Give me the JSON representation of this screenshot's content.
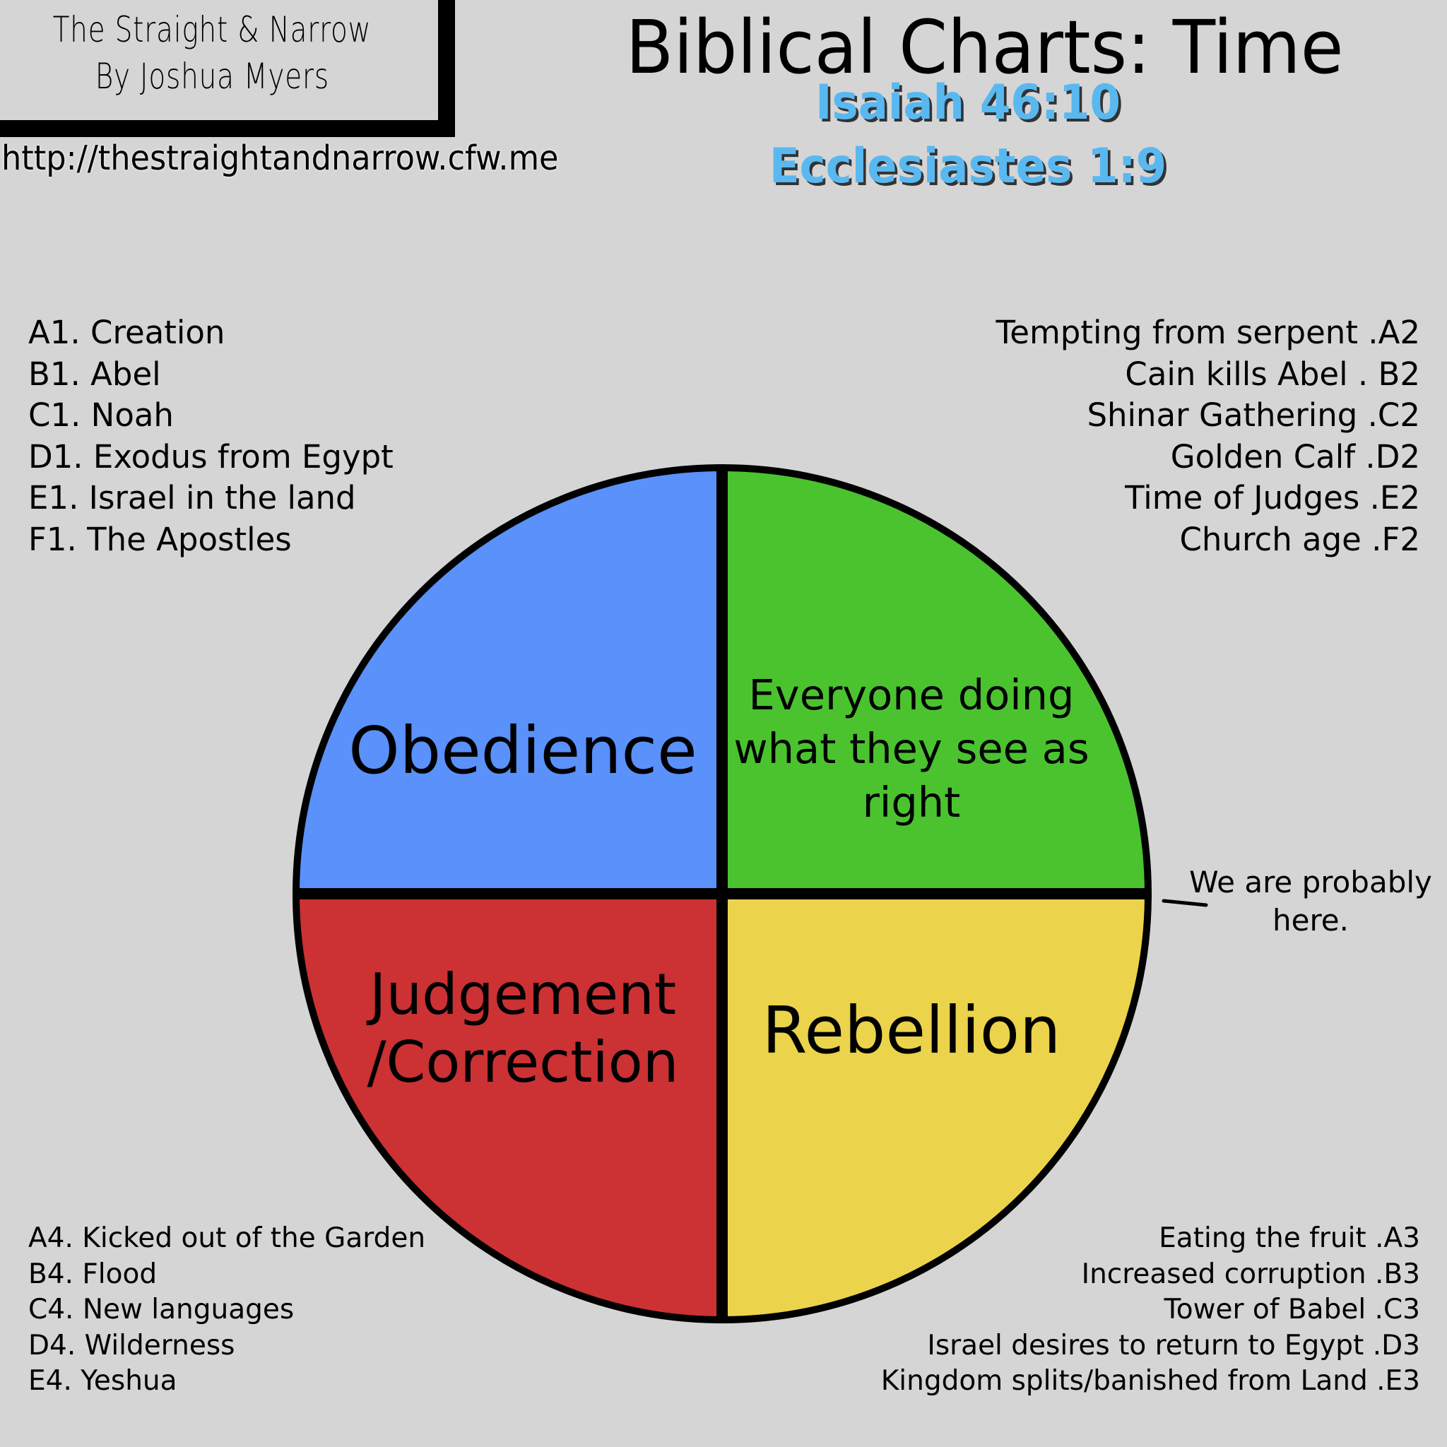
{
  "header": {
    "logo_line1": "The Straight & Narrow",
    "logo_line2": "By Joshua Myers",
    "url": "http://thestraightandnarrow.cfw.me",
    "title": "Biblical Charts: Time",
    "verses": [
      "Isaiah 46:10",
      "Ecclesiastes 1:9"
    ]
  },
  "colors": {
    "background": "#d5d5d5",
    "obedience": "#5a91fb",
    "everyone": "#4ac32f",
    "judgement": "#cc3133",
    "rebellion": "#ebd34b",
    "verse_text": "#5ab8f0",
    "outline": "#000000"
  },
  "wheel": {
    "segments": [
      {
        "position": "top-left",
        "label": "Obedience"
      },
      {
        "position": "top-right",
        "label_lines": [
          "Everyone doing",
          "what they see as",
          "right"
        ]
      },
      {
        "position": "bottom-left",
        "label_lines": [
          "Judgement",
          "/Correction"
        ]
      },
      {
        "position": "bottom-right",
        "label": "Rebellion"
      }
    ],
    "annotation_lines": [
      "We are probably",
      "here."
    ]
  },
  "lists": {
    "obedience_events": [
      "A1. Creation",
      "B1. Abel",
      "C1. Noah",
      "D1. Exodus from Egypt",
      "E1. Israel in the land",
      "F1. The Apostles"
    ],
    "everyone_events": [
      "Tempting from serpent .A2",
      "Cain kills Abel . B2",
      "Shinar Gathering .C2",
      "Golden Calf .D2",
      "Time of Judges .E2",
      "Church age .F2"
    ],
    "rebellion_events": [
      "Eating the fruit .A3",
      "Increased corruption .B3",
      "Tower of Babel .C3",
      "Israel desires to return to Egypt .D3",
      "Kingdom splits/banished from Land .E3"
    ],
    "judgement_events": [
      "A4. Kicked out of the Garden",
      "B4. Flood",
      "C4. New languages",
      "D4. Wilderness",
      "E4. Yeshua"
    ]
  }
}
